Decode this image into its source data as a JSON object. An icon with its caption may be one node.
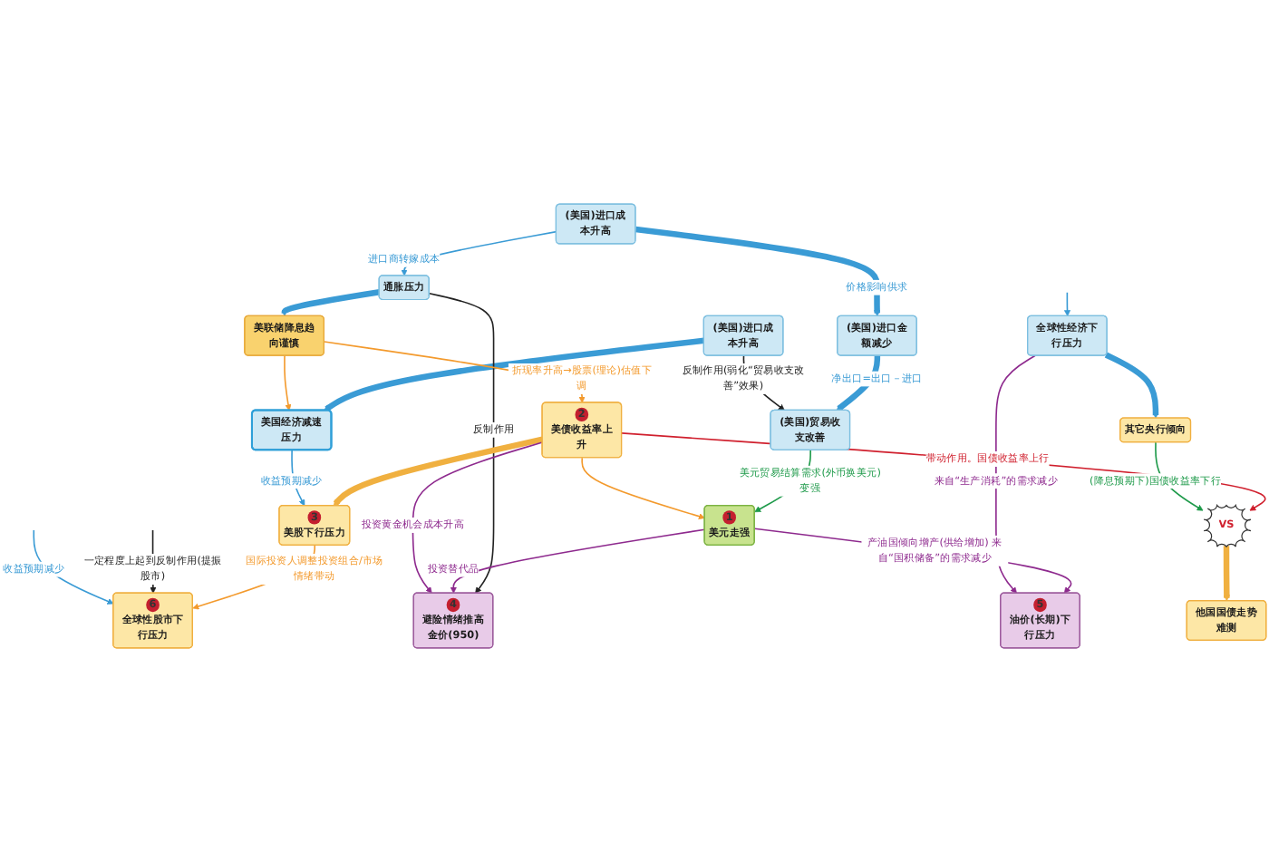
{
  "diagram": {
    "nodes": [
      {
        "text": [
          "(美国)进口成本升高"
        ]
      },
      {
        "text": [
          "通胀压力"
        ]
      },
      {
        "text": [
          "(美国)进口成本升高"
        ]
      },
      {
        "text": [
          "(美国)进口金额减少"
        ]
      },
      {
        "text": [
          "美联储降息趋向谨慎"
        ]
      },
      {
        "text": [
          "美国经济减速压力"
        ]
      },
      {
        "text": [
          "(美国)贸易收支改善"
        ]
      },
      {
        "text": [
          "1",
          "美元走强"
        ]
      },
      {
        "text": [
          "2",
          "美债收益率上升"
        ]
      },
      {
        "text": [
          "3",
          "美股下行压力"
        ]
      },
      {
        "text": [
          "4",
          "避险情绪推高金价(950)"
        ]
      },
      {
        "text": [
          "5",
          "油价(长期)下行压力"
        ]
      },
      {
        "text": [
          "VS"
        ]
      },
      {
        "text": [
          "他国国债走势难测"
        ]
      },
      {
        "text": [
          "6",
          "全球性股市下行压力"
        ]
      },
      {
        "text": [
          "全球性经济下行压力"
        ]
      },
      {
        "text": [
          "其它央行倾向"
        ]
      }
    ],
    "edges": [
      {
        "from": 0,
        "to": 1,
        "arrow": "to",
        "label": "进口商转嫁成本"
      },
      {
        "from": 0,
        "to": 3,
        "arrow": "to",
        "label": "价格影响供求",
        "style": "thick"
      },
      {
        "from": 1,
        "to": 4,
        "arrow": "to",
        "style": "thick"
      },
      {
        "from": 2,
        "to": 5,
        "arrow": "to",
        "style": "thick"
      },
      {
        "from": 3,
        "to": 6,
        "arrow": "to",
        "label": "净出口=出口－进口",
        "style": "thick"
      },
      {
        "from": 4,
        "to": 5,
        "arrow": "to",
        "color": "#f39a2d"
      },
      {
        "from": 2,
        "to": 6,
        "arrow": "to",
        "label": "反制作用(弱化“贸易收支改善”效果)",
        "color": "#222222"
      },
      {
        "from": 1,
        "to": 10,
        "arrow": "to",
        "label": "反制作用",
        "color": "#222222"
      },
      {
        "from": 6,
        "to": 7,
        "arrow": "to",
        "label": "美元贸易结算需求(外币换美元)变强",
        "color": "#1e9a4a"
      },
      {
        "from": 4,
        "to": 8,
        "arrow": "to",
        "label": "折现率升高→股票(理论)估值下调",
        "color": "#f39a2d"
      },
      {
        "from": 8,
        "to": 7,
        "arrow": "to",
        "color": "#f39a2d"
      },
      {
        "from": 8,
        "to": 9,
        "arrow": "to",
        "style": "thick",
        "color": "#f0b040"
      },
      {
        "from": 5,
        "to": 9,
        "arrow": "to",
        "label": "收益预期减少"
      },
      {
        "from": 7,
        "to": 10,
        "arrow": "to",
        "label": "投资替代品",
        "color": "#8e2a8e"
      },
      {
        "from": 8,
        "to": 10,
        "arrow": "to",
        "label": "投资黄金机会成本升高",
        "color": "#8e2a8e"
      },
      {
        "from": 7,
        "to": 11,
        "arrow": "to",
        "label": "产油国倾向增产(供给增加) 来自“国积储备”的需求减少",
        "color": "#8e2a8e"
      },
      {
        "from": 8,
        "to": 12,
        "arrow": "to",
        "label": "带动作用。国债收益率上行",
        "color": "#d0202e"
      },
      {
        "from": 12,
        "to": 13,
        "arrow": "to",
        "style": "thick",
        "color": "#f0b040"
      },
      {
        "from": 9,
        "to": 14,
        "arrow": "to",
        "label": "国际投资人调整投资组合/市场情绪带动",
        "color": "#f39a2d"
      },
      {
        "from": 15,
        "to": 11,
        "arrow": "to",
        "label": "来自“生产消耗”的需求减少",
        "color": "#8e2a8e"
      },
      {
        "from": 16,
        "to": 12,
        "arrow": "to",
        "label": "(降息预期下)国债收益率下行",
        "color": "#1e9a4a"
      },
      {
        "from": 15,
        "to": 16,
        "arrow": "to",
        "style": "thick"
      },
      {
        "from": null,
        "to": 15,
        "arrow": "to"
      },
      {
        "from": null,
        "to": 14,
        "arrow": "to",
        "label": "一定程度上起到反制作用(提振股市)",
        "color": "#222222"
      },
      {
        "from": null,
        "to": 14,
        "arrow": "to",
        "label": "收益预期减少"
      }
    ]
  }
}
